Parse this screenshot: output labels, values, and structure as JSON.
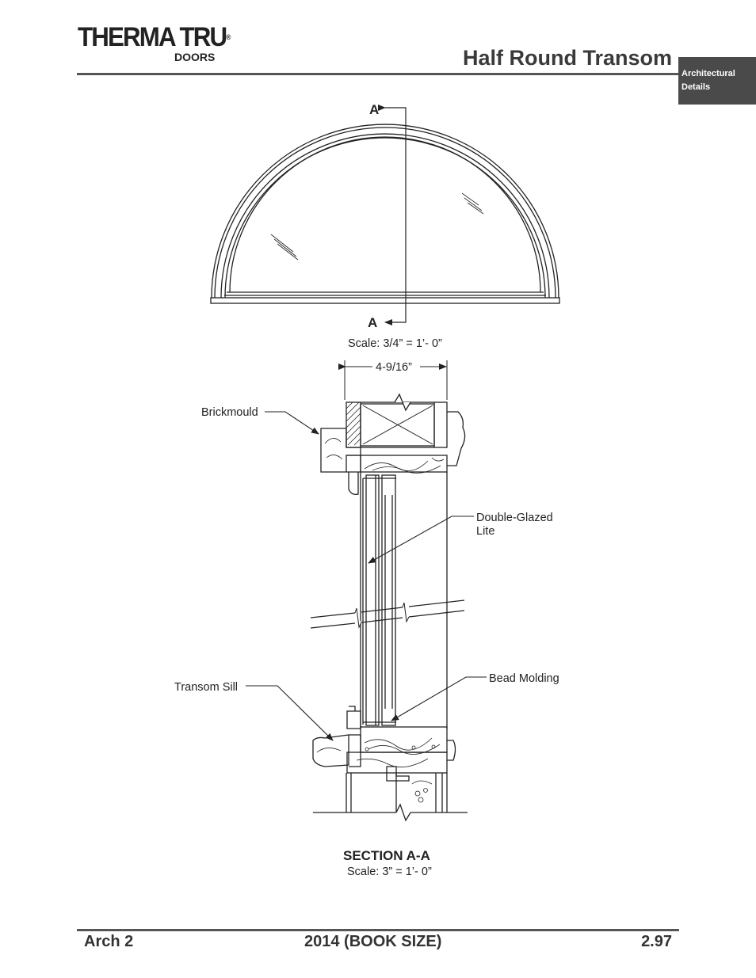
{
  "header": {
    "logo_main": "THERMA TRU",
    "logo_sub": "DOORS",
    "logo_reg": "®",
    "title": "Half Round Transom",
    "side_tab": [
      "Architectural",
      "Details"
    ]
  },
  "elevation": {
    "section_mark_top": "A",
    "section_mark_bottom": "A",
    "scale": "Scale: 3/4” = 1’- 0”"
  },
  "section": {
    "dimension": "4-9/16”",
    "labels": {
      "brickmould": "Brickmould",
      "lite_line1": "Double-Glazed",
      "lite_line2": "Lite",
      "bead_molding": "Bead Molding",
      "transom_sill": "Transom Sill"
    },
    "title": "SECTION A-A",
    "scale": "Scale: 3” = 1’- 0”"
  },
  "footer": {
    "left": "Arch 2",
    "center": "2014 (BOOK SIZE)",
    "right": "2.97"
  }
}
